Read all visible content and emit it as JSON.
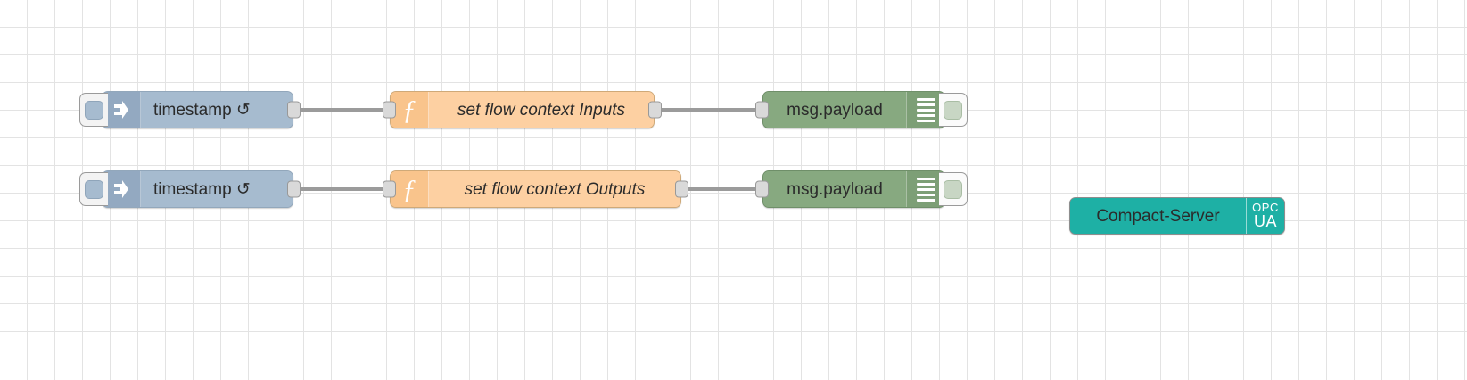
{
  "editor": {
    "name": "node-red-flow-canvas",
    "background": "#ffffff",
    "grid_color": "#e3e3e3",
    "grid_size": 31
  },
  "palette": {
    "inject_color": "#a6bbcf",
    "function_color": "#fdd0a2",
    "debug_color": "#87a980",
    "opcua_color": "#1eb0a5",
    "wire_color": "#9b9b9b"
  },
  "flows": [
    {
      "row": "inputs",
      "inject": {
        "label": "timestamp ↺",
        "icon": "inject-arrow-icon",
        "button": "inject-trigger-button"
      },
      "function": {
        "label": "set flow context Inputs",
        "icon": "function-f-icon"
      },
      "debug": {
        "label": "msg.payload",
        "icon": "debug-list-icon",
        "toggle": "debug-enable-toggle"
      }
    },
    {
      "row": "outputs",
      "inject": {
        "label": "timestamp ↺",
        "icon": "inject-arrow-icon",
        "button": "inject-trigger-button"
      },
      "function": {
        "label": "set flow context Outputs",
        "icon": "function-f-icon"
      },
      "debug": {
        "label": "msg.payload",
        "icon": "debug-list-icon",
        "toggle": "debug-enable-toggle"
      }
    }
  ],
  "opcua_node": {
    "label": "Compact-Server",
    "badge_line1": "OPC",
    "badge_line2": "UA",
    "icon": "opc-ua-icon"
  }
}
